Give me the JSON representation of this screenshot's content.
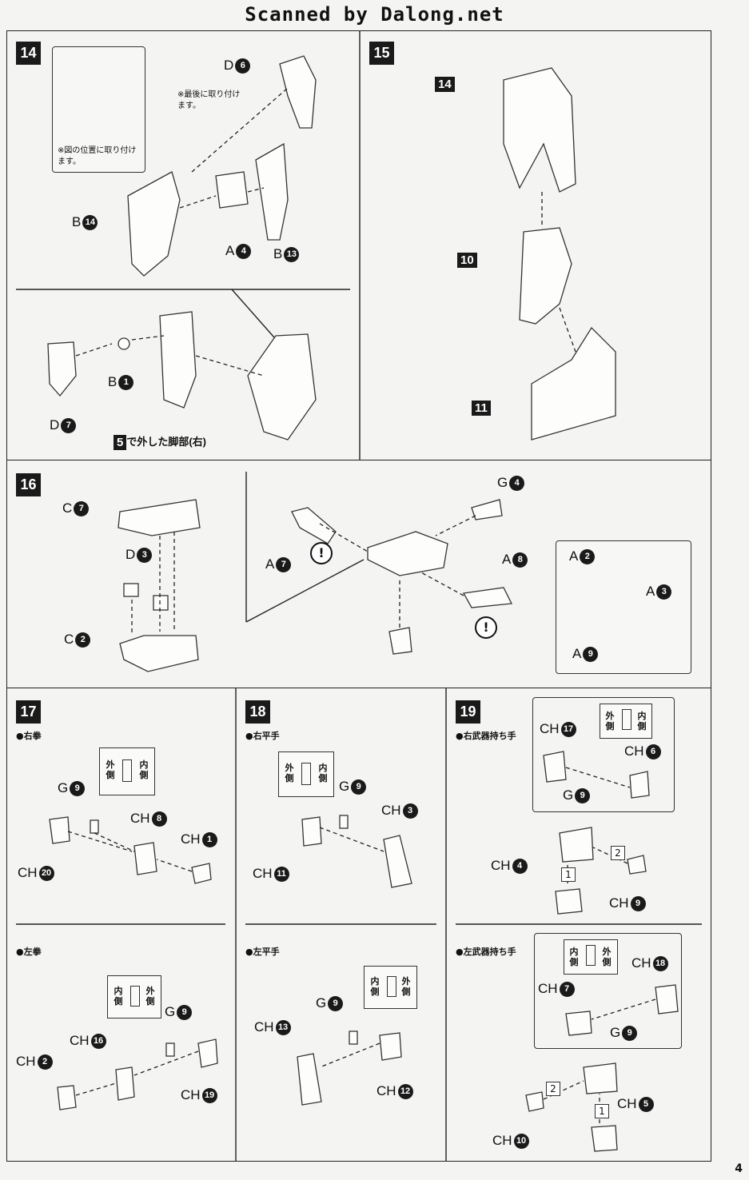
{
  "header": "Scanned by Dalong.net",
  "page_number": "4",
  "steps": {
    "s14": {
      "num": "14",
      "note_top": "※最後に取り付けます。",
      "note_inset": "※図の位置に取り付けます。",
      "labels": {
        "d6": "D",
        "d6n": "6",
        "b14": "B",
        "b14n": "14",
        "a4": "A",
        "a4n": "4",
        "b13": "B",
        "b13n": "13",
        "b1": "B",
        "b1n": "1",
        "d7": "D",
        "d7n": "7"
      },
      "ref_step": "5",
      "ref_text": "で外した脚部(右)"
    },
    "s15": {
      "num": "15",
      "parts": [
        "14",
        "10",
        "11"
      ]
    },
    "s16": {
      "num": "16",
      "labels": {
        "c7": "C",
        "c7n": "7",
        "d3": "D",
        "d3n": "3",
        "c2": "C",
        "c2n": "2",
        "a7": "A",
        "a7n": "7",
        "g4": "G",
        "g4n": "4",
        "a8": "A",
        "a8n": "8",
        "a2": "A",
        "a2n": "2",
        "a3": "A",
        "a3n": "3",
        "a9": "A",
        "a9n": "9"
      },
      "warn": "!"
    },
    "s17": {
      "num": "17",
      "sub1": "●右拳",
      "sub2": "●左拳",
      "side_out": "外側",
      "side_in": "内側",
      "labels": {
        "g9": "G",
        "g9n": "9",
        "ch8": "CH",
        "ch8n": "8",
        "ch1": "CH",
        "ch1n": "1",
        "ch20": "CH",
        "ch20n": "20",
        "g9b": "G",
        "g9bn": "9",
        "ch16": "CH",
        "ch16n": "16",
        "ch2": "CH",
        "ch2n": "2",
        "ch19": "CH",
        "ch19n": "19"
      }
    },
    "s18": {
      "num": "18",
      "sub1": "●右平手",
      "sub2": "●左平手",
      "side_out": "外側",
      "side_in": "内側",
      "labels": {
        "g9": "G",
        "g9n": "9",
        "ch3": "CH",
        "ch3n": "3",
        "ch11": "CH",
        "ch11n": "11",
        "g9b": "G",
        "g9bn": "9",
        "ch13": "CH",
        "ch13n": "13",
        "ch12": "CH",
        "ch12n": "12"
      }
    },
    "s19": {
      "num": "19",
      "sub1": "●右武器持ち手",
      "sub2": "●左武器持ち手",
      "side_out": "外側",
      "side_in": "内側",
      "labels": {
        "ch17": "CH",
        "ch17n": "17",
        "ch6": "CH",
        "ch6n": "6",
        "g9": "G",
        "g9n": "9",
        "ch4": "CH",
        "ch4n": "4",
        "ch9": "CH",
        "ch9n": "9",
        "ch7": "CH",
        "ch7n": "7",
        "ch18": "CH",
        "ch18n": "18",
        "g9b": "G",
        "g9bn": "9",
        "ch5": "CH",
        "ch5n": "5",
        "ch10": "CH",
        "ch10n": "10"
      },
      "order1": "1",
      "order2": "2"
    }
  }
}
